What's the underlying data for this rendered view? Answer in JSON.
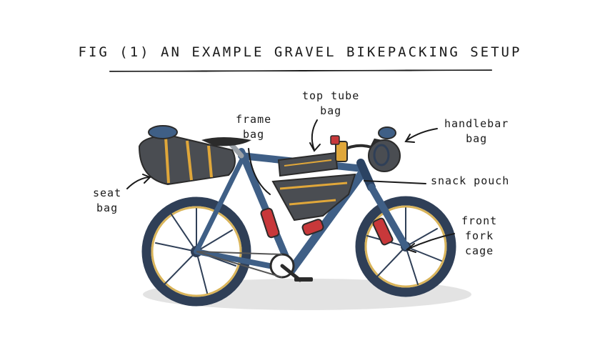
{
  "title": "FIG (1) AN EXAMPLE GRAVEL BIKEPACKING SETUP",
  "labels": {
    "top_tube_bag": [
      "top tube",
      "bag"
    ],
    "frame_bag": [
      "frame",
      "bag"
    ],
    "handlebar_bag": [
      "handlebar",
      "bag"
    ],
    "seat_bag": [
      "seat",
      "bag"
    ],
    "snack_pouch": [
      "snack pouch"
    ],
    "front_fork_cage": [
      "front",
      "fork",
      "cage"
    ]
  },
  "colors": {
    "frame": "#3f5f86",
    "frame_dark": "#2b4363",
    "bag": "#4a4d52",
    "strap": "#e0a73a",
    "tire": "#2f3f57",
    "rim": "#d9b45a",
    "bottle": "#c8383a",
    "shadow": "#d9d9d9",
    "ink": "#1a1a1a"
  }
}
